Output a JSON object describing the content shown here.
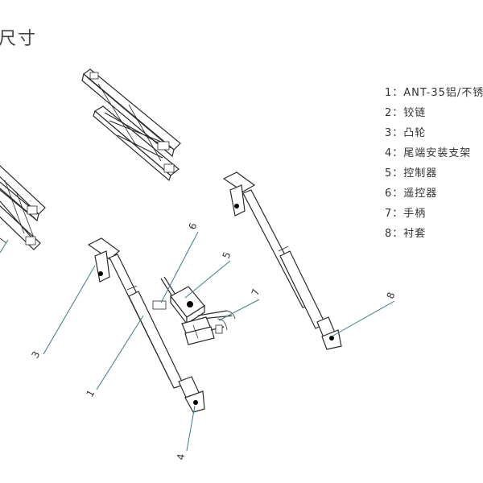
{
  "title": "尺寸",
  "legend": [
    {
      "label": "1：ANT-35铝/不锈"
    },
    {
      "label": "2：铰链"
    },
    {
      "label": "3：凸轮"
    },
    {
      "label": "4：尾端安装支架"
    },
    {
      "label": "5：控制器"
    },
    {
      "label": "6：遥控器"
    },
    {
      "label": "7：手柄"
    },
    {
      "label": "8：衬套"
    }
  ],
  "callouts": {
    "c1": "1",
    "c3": "3",
    "c4": "4",
    "c5": "5",
    "c6": "6",
    "c7": "7",
    "c8": "8"
  },
  "colors": {
    "leader": "#3c7c87",
    "line": "#2b2b2b"
  }
}
